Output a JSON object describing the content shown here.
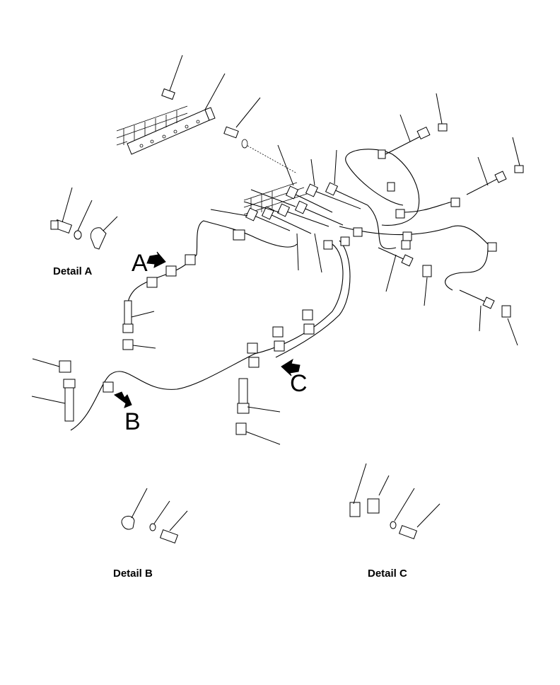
{
  "callouts": {
    "arrow_a": "A",
    "arrow_b": "B",
    "arrow_c": "C"
  },
  "details": {
    "a": "Detail A",
    "b": "Detail B",
    "c": "Detail C"
  }
}
